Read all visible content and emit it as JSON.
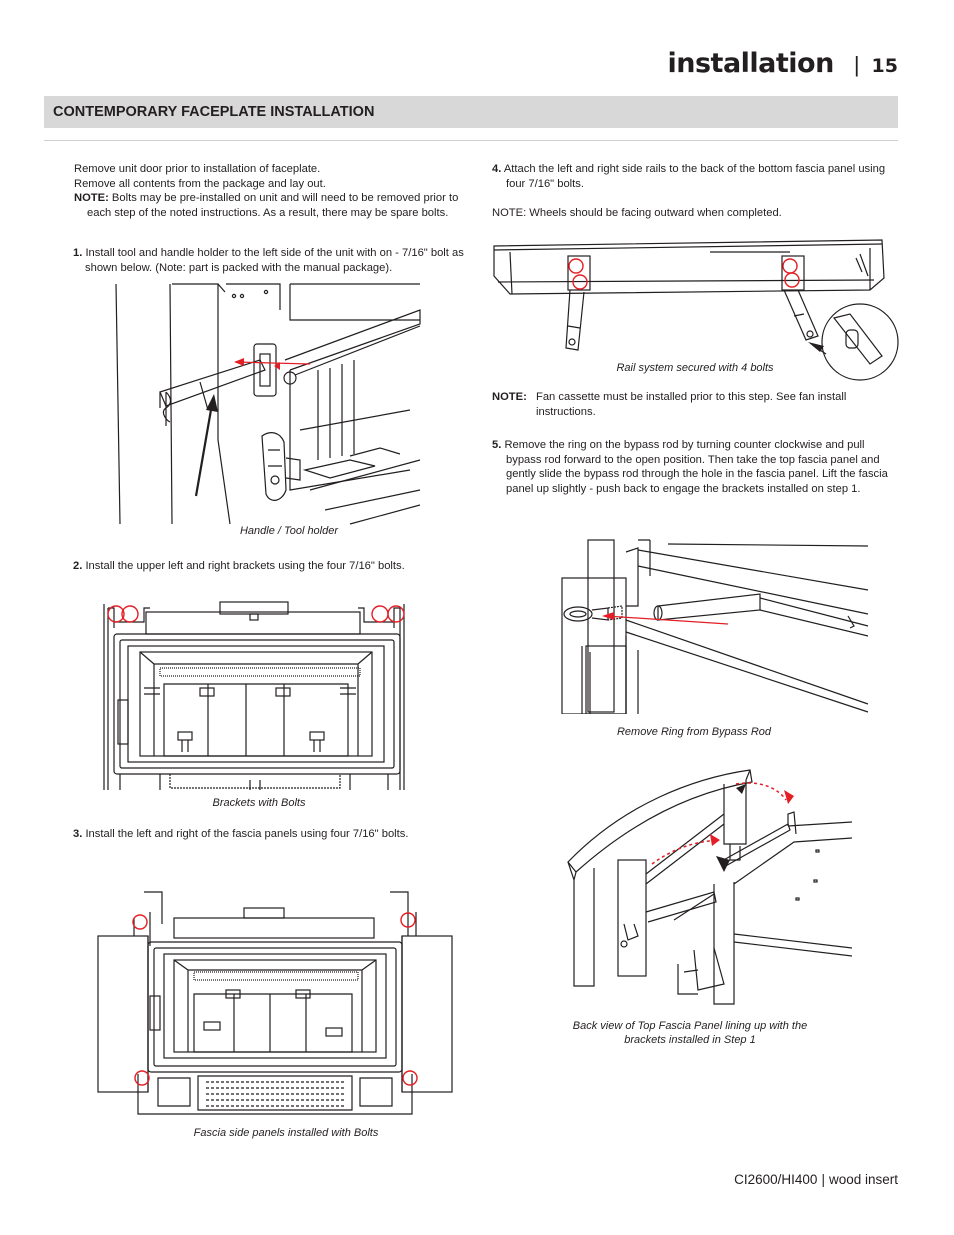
{
  "header": {
    "title": "installation",
    "separator": "|",
    "page_number": "15"
  },
  "section_title": "CONTEMPORARY FACEPLATE INSTALLATION",
  "left": {
    "intro_line1": "Remove unit door prior to installation of faceplate.",
    "intro_line2": "Remove all contents from the package and lay out.",
    "note_label": "NOTE:",
    "note_text": "Bolts may be pre-installed on unit and will need to be removed prior to each step of the noted instructions. As a result, there may be spare bolts.",
    "step1_num": "1.",
    "step1_text": "Install tool and handle holder to the left side of the unit with on - 7/16\" bolt as shown below. (Note: part is packed with the manual package).",
    "fig1_caption": "Handle / Tool holder",
    "step2_num": "2.",
    "step2_text": "Install the upper left and right brackets using the four 7/16\" bolts.",
    "fig2_caption": "Brackets with Bolts",
    "step3_num": "3.",
    "step3_text": "Install the left and right of the fascia panels using four 7/16\" bolts.",
    "fig3_caption": "Fascia side panels installed with Bolts"
  },
  "right": {
    "step4_num": "4.",
    "step4_text": "Attach the left and right side rails to the back of the bottom fascia panel using four 7/16\" bolts.",
    "note_wheels": "NOTE: Wheels should be facing outward when completed.",
    "fig4_caption": "Rail system secured with 4 bolts",
    "note2_label": "NOTE:",
    "note2_text": "Fan cassette must be installed prior to this step. See fan install instructions.",
    "step5_num": "5.",
    "step5_text": "Remove the ring on the bypass rod by turning counter clockwise and pull bypass rod forward to the open position. Then take the top fascia panel and gently slide the bypass rod through the hole in the fascia panel.  Lift the fascia panel up slightly - push back to engage the brackets installed on step 1.",
    "fig5_caption": "Remove Ring from Bypass Rod",
    "fig6_caption_line1": "Back view of Top Fascia Panel lining up with the",
    "fig6_caption_line2": "brackets installed in Step 1"
  },
  "footer": {
    "model": "CI2600/HI400",
    "separator": "|",
    "product": "wood insert"
  },
  "colors": {
    "accent_red": "#e31e24",
    "section_bar": "#d8d8d9",
    "text": "#231f20"
  }
}
